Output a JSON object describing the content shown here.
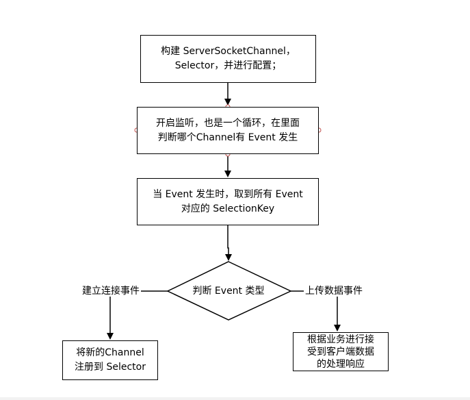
{
  "nodes": {
    "create_channel": {
      "line1": "构建 ServerSocketChannel，",
      "line2": "Selector，并进行配置；"
    },
    "start_listening": {
      "line1": "开启监听，也是一个循环，在里面",
      "line2": "判断哪个Channel有 Event 发生"
    },
    "on_event": {
      "line1": "当 Event 发生时，取到所有 Event",
      "line2": "对应的 SelectionKey"
    },
    "decision": {
      "label": "判断 Event 类型"
    },
    "register_channel": {
      "line1": "将新的Channel",
      "line2": "注册到 Selector"
    },
    "handle_upload": {
      "line1": "根据业务进行接",
      "line2": "受到客户端数据",
      "line3": "的处理响应"
    }
  },
  "edges": {
    "left_label": "建立连接事件",
    "right_label": "上传数据事件"
  },
  "colors": {
    "stroke": "#000000",
    "connector_point": "#c0504d",
    "background": "#ffffff"
  }
}
